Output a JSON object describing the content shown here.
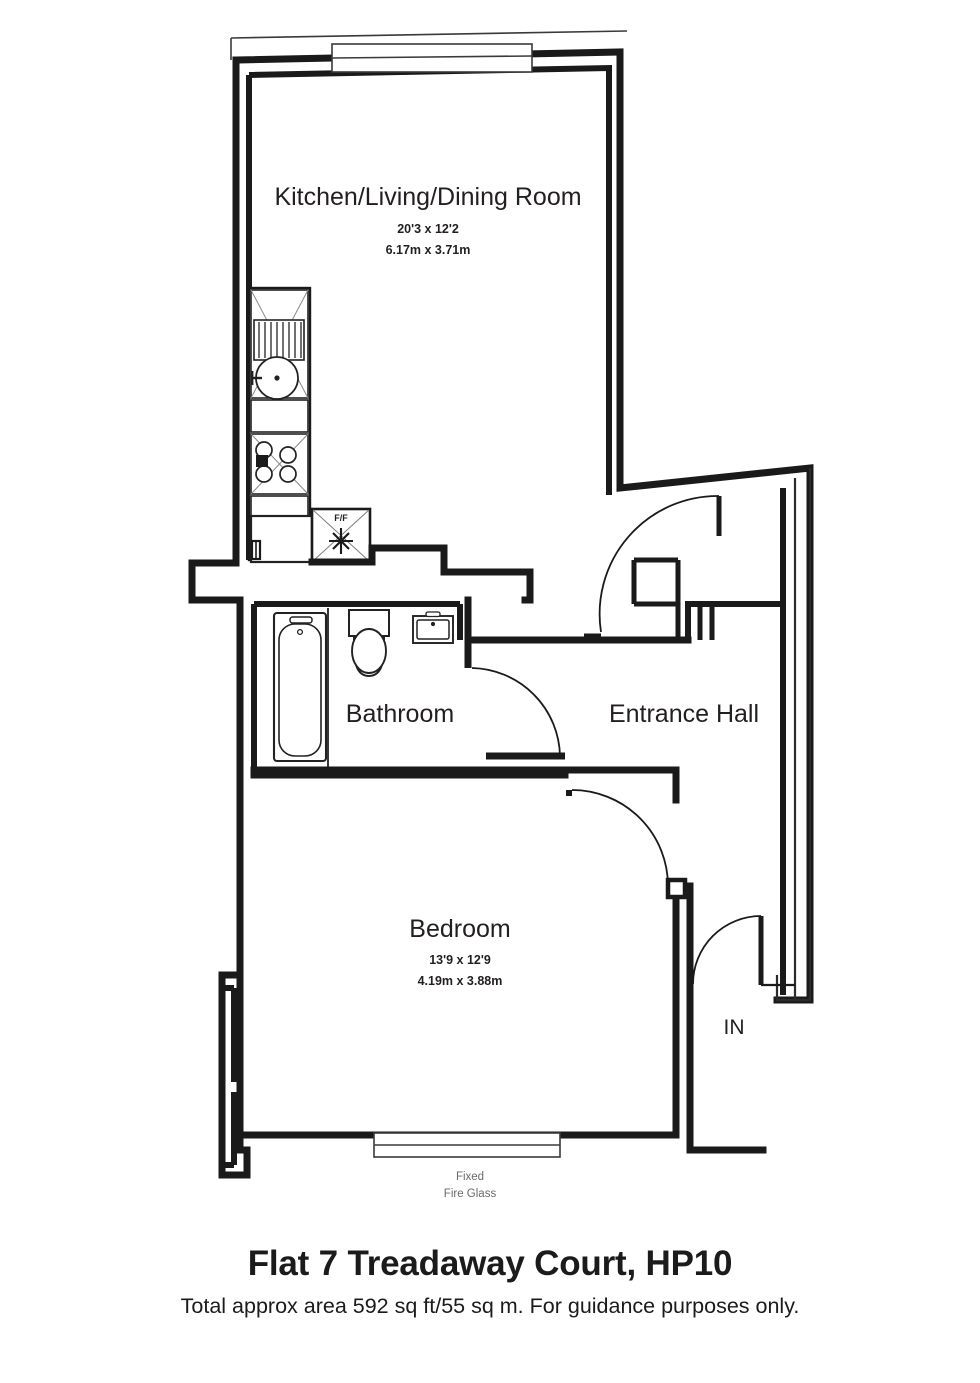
{
  "plan": {
    "rooms": [
      {
        "id": "kitchen-living-dining",
        "name": "Kitchen/Living/Dining Room",
        "dim_imperial": "20'3 x 12'2",
        "dim_metric": "6.17m x 3.71m"
      },
      {
        "id": "bathroom",
        "name": "Bathroom",
        "dim_imperial": "",
        "dim_metric": ""
      },
      {
        "id": "entrance-hall",
        "name": "Entrance Hall",
        "dim_imperial": "",
        "dim_metric": ""
      },
      {
        "id": "bedroom",
        "name": "Bedroom",
        "dim_imperial": "13'9 x 12'9",
        "dim_metric": "4.19m x 3.88m"
      }
    ],
    "annotations": {
      "entrance_door": "IN",
      "fridge_freezer": "F/F",
      "fixed_glass_line1": "Fixed",
      "fixed_glass_line2": "Fire Glass"
    },
    "fixtures": [
      "sink-with-drainer",
      "hob-four-burner",
      "fridge-freezer",
      "bathtub",
      "toilet",
      "wash-basin"
    ],
    "colors": {
      "wall": "#1a1a1a",
      "thin_line": "#444444",
      "text": "#231f20",
      "note_text": "#6d6a68",
      "background": "#ffffff"
    }
  },
  "footer": {
    "title": "Flat 7 Treadaway Court, HP10",
    "subtitle": "Total approx area 592 sq ft/55 sq m. For guidance purposes only."
  }
}
